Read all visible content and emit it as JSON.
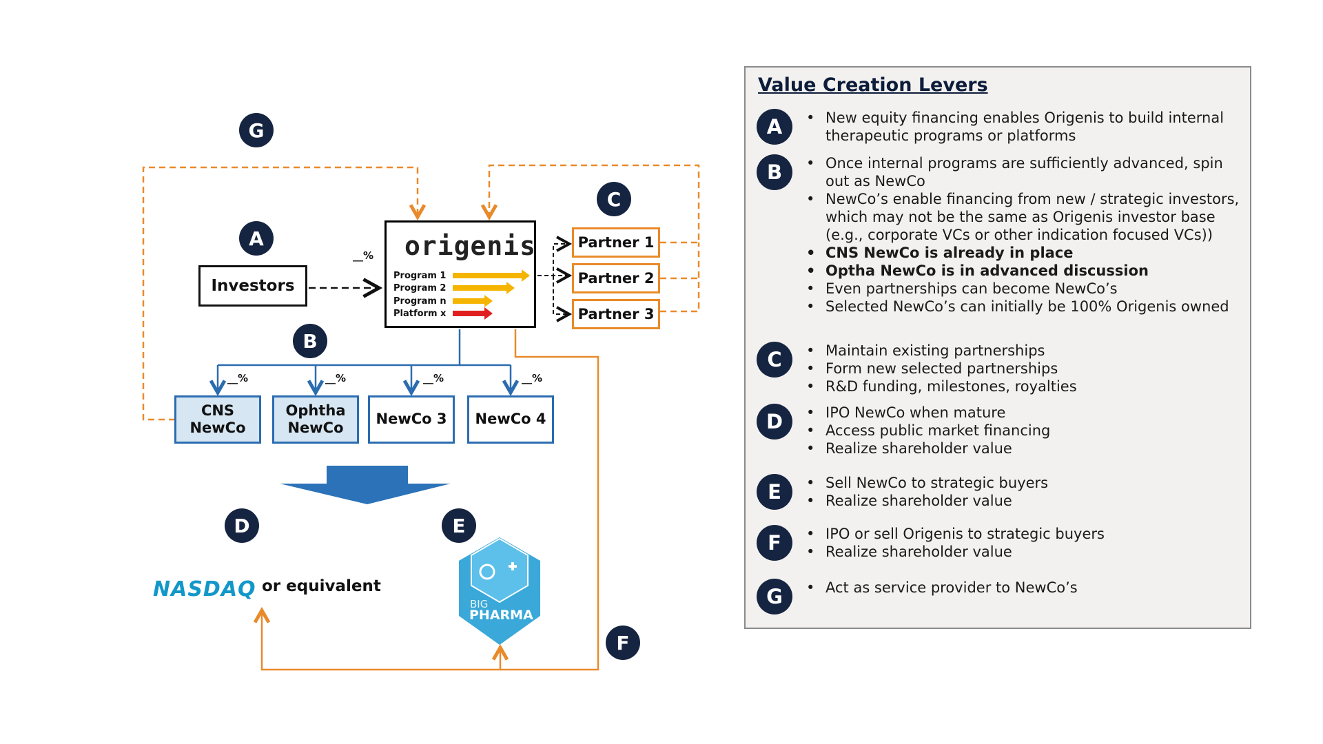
{
  "diagram": {
    "labels": {
      "g": "G",
      "a": "A",
      "c": "C",
      "b": "B",
      "d": "D",
      "e": "E",
      "f": "F"
    },
    "investors": "Investors",
    "origenis": {
      "logo": "origenis",
      "programs": [
        "Program 1",
        "Program 2",
        "Program n",
        "Platform x"
      ]
    },
    "investor_pct": "__%",
    "partners": [
      "Partner 1",
      "Partner 2",
      "Partner 3"
    ],
    "newcos": [
      {
        "line1": "CNS",
        "line2": "NewCo"
      },
      {
        "line1": "Ophtha",
        "line2": "NewCo"
      },
      {
        "line1": "NewCo 3",
        "line2": ""
      },
      {
        "line1": "NewCo 4",
        "line2": ""
      }
    ],
    "newco_pct": "__%",
    "nasdaq": "NASDAQ",
    "or_equivalent": "or equivalent",
    "big_pharma": {
      "line1": "BIG",
      "line2": "PHARMA"
    },
    "colors": {
      "navy": "#152440",
      "orange": "#e98a2a",
      "blue": "#2b6cb0",
      "yellow": "#f4b400",
      "red": "#e02020",
      "nasdaq": "#1297c9",
      "pharma": "#3aa8d8"
    }
  },
  "panel": {
    "title": "Value Creation Levers",
    "levers": [
      {
        "id": "A",
        "bullets": [
          {
            "text": "New equity financing enables Origenis to build internal therapeutic programs or platforms",
            "bold": false
          }
        ]
      },
      {
        "id": "B",
        "bullets": [
          {
            "text": "Once internal programs are sufficiently advanced, spin out as NewCo",
            "bold": false
          },
          {
            "text": "NewCo’s enable financing from new / strategic investors, which may not be the same as Origenis investor base (e.g., corporate VCs or other indication focused VCs))",
            "bold": false
          },
          {
            "text": "CNS NewCo is already in place",
            "bold": true
          },
          {
            "text": "Optha NewCo is in advanced discussion",
            "bold": true
          },
          {
            "text": "Even partnerships can become NewCo’s",
            "bold": false
          },
          {
            "text": "Selected NewCo’s can initially be 100% Origenis owned",
            "bold": false
          }
        ]
      },
      {
        "id": "C",
        "bullets": [
          {
            "text": "Maintain existing partnerships",
            "bold": false
          },
          {
            "text": "Form new selected partnerships",
            "bold": false
          },
          {
            "text": "R&D funding, milestones, royalties",
            "bold": false
          }
        ]
      },
      {
        "id": "D",
        "bullets": [
          {
            "text": "IPO NewCo when mature",
            "bold": false
          },
          {
            "text": "Access public market financing",
            "bold": false
          },
          {
            "text": "Realize shareholder value",
            "bold": false
          }
        ]
      },
      {
        "id": "E",
        "bullets": [
          {
            "text": "Sell NewCo to strategic buyers",
            "bold": false
          },
          {
            "text": "Realize shareholder value",
            "bold": false
          }
        ]
      },
      {
        "id": "F",
        "bullets": [
          {
            "text": "IPO or sell Origenis to strategic buyers",
            "bold": false
          },
          {
            "text": "Realize shareholder value",
            "bold": false
          }
        ]
      },
      {
        "id": "G",
        "bullets": [
          {
            "text": "Act as service provider to NewCo’s",
            "bold": false
          }
        ]
      }
    ]
  }
}
